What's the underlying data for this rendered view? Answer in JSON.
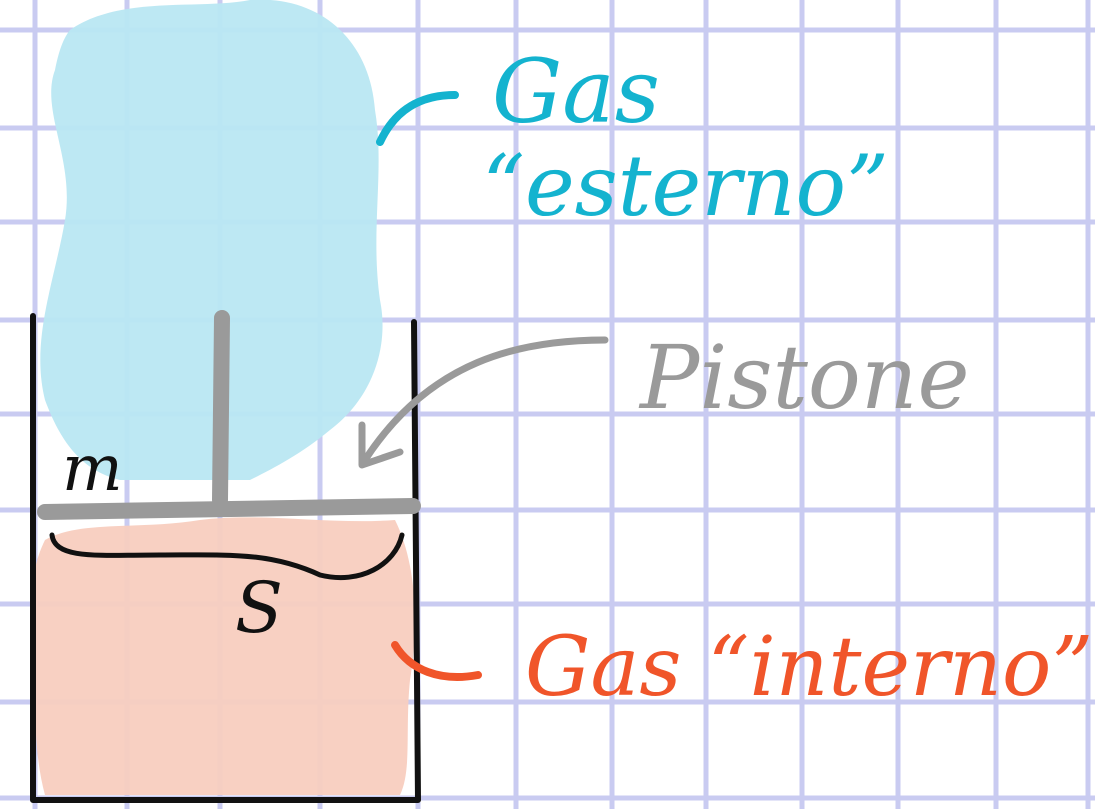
{
  "labels": {
    "gas_esterno_line1": "Gas",
    "gas_esterno_line2": "“esterno”",
    "pistone": "Pistone",
    "mass": "m",
    "surface": "S",
    "gas_interno": "Gas “interno”"
  },
  "colors": {
    "grid": "#c9cbf1",
    "external_gas": "#b9e7f2",
    "external_gas_text": "#14b3cf",
    "internal_gas": "#f8cdbf",
    "internal_gas_text": "#f0552a",
    "piston": "#9a9a9a",
    "container": "#111111"
  }
}
